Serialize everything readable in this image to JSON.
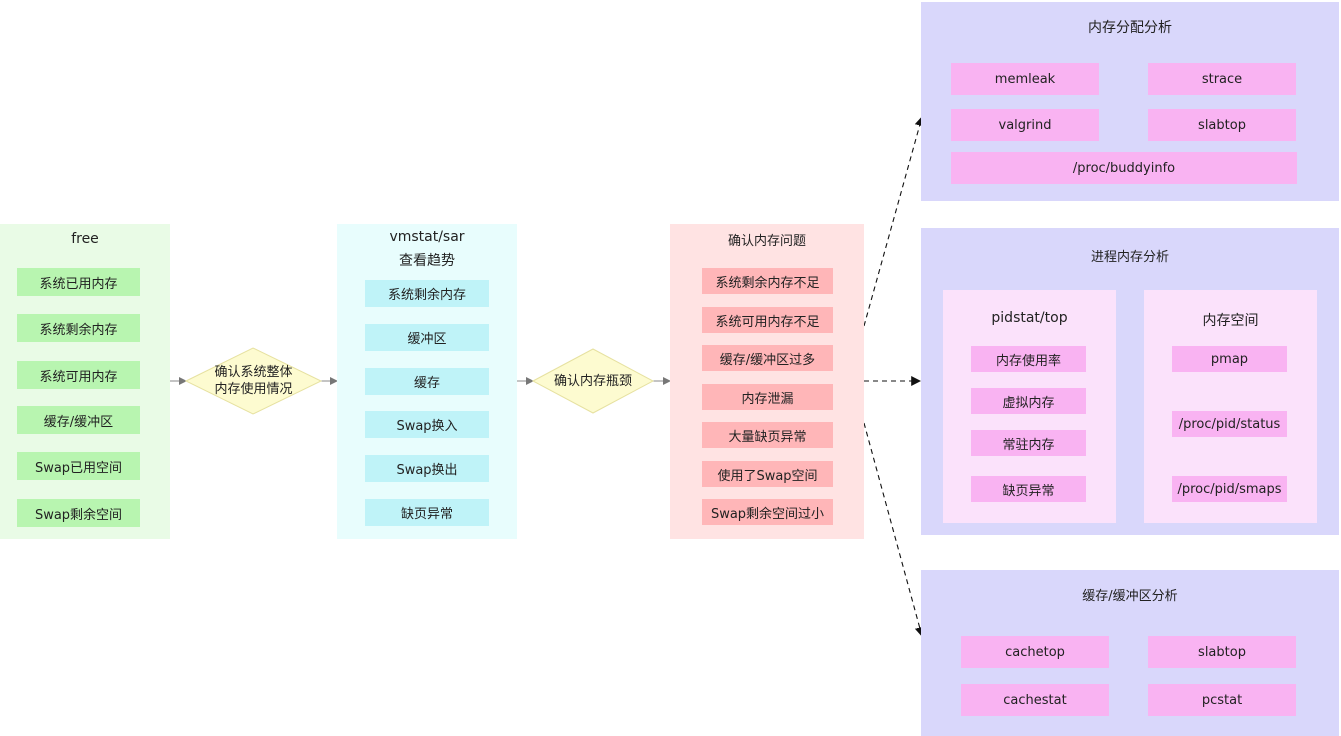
{
  "free": {
    "title": "free",
    "items": [
      "系统已用内存",
      "系统剩余内存",
      "系统可用内存",
      "缓存/缓冲区",
      "Swap已用空间",
      "Swap剩余空间"
    ]
  },
  "decision1": {
    "line1": "确认系统整体",
    "line2": "内存使用情况"
  },
  "vmstat": {
    "title_line1": "vmstat/sar",
    "title_line2": "查看趋势",
    "items": [
      "系统剩余内存",
      "缓冲区",
      "缓存",
      "Swap换入",
      "Swap换出",
      "缺页异常"
    ]
  },
  "decision2": {
    "label": "确认内存瓶颈"
  },
  "problems": {
    "title": "确认内存问题",
    "items": [
      "系统剩余内存不足",
      "系统可用内存不足",
      "缓存/缓冲区过多",
      "内存泄漏",
      "大量缺页异常",
      "使用了Swap空间",
      "Swap剩余空间过小"
    ]
  },
  "alloc": {
    "title": "内存分配分析",
    "items": [
      "memleak",
      "strace",
      "valgrind",
      "slabtop",
      "/proc/buddyinfo"
    ]
  },
  "process": {
    "title": "进程内存分析",
    "pidstat": {
      "title": "pidstat/top",
      "items": [
        "内存使用率",
        "虚拟内存",
        "常驻内存",
        "缺页异常"
      ]
    },
    "memspace": {
      "title": "内存空间",
      "items": [
        "pmap",
        "/proc/pid/status",
        "/proc/pid/smaps"
      ]
    }
  },
  "cache": {
    "title": "缓存/缓冲区分析",
    "items": [
      "cachetop",
      "slabtop",
      "cachestat",
      "pcstat"
    ]
  },
  "colors": {
    "green_panel": "#e9fbe6",
    "green_item": "#b8f5b0",
    "cyan_panel": "#e8fdfd",
    "cyan_item": "#bff3f8",
    "red_panel": "#ffe3e3",
    "red_item": "#ffb6b8",
    "violet_panel": "#d9d7fb",
    "pink_panel": "#fbe2fb",
    "magenta_item": "#f9b3f2",
    "diamond": "#fdfbd0"
  }
}
